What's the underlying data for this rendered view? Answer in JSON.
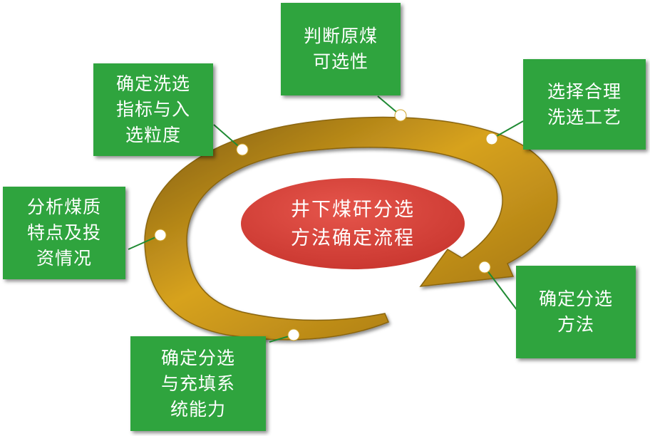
{
  "center": {
    "line1": "井下煤矸分选",
    "line2": "方法确定流程",
    "color": "#d9443c"
  },
  "ring_color": "#c99a1f",
  "box_color": "#2fa43e",
  "steps": [
    {
      "id": "judge",
      "lines": [
        "判断原煤",
        "可选性"
      ]
    },
    {
      "id": "process",
      "lines": [
        "选择合理",
        "洗选工艺"
      ]
    },
    {
      "id": "method",
      "lines": [
        "确定分选",
        "方法"
      ]
    },
    {
      "id": "filling",
      "lines": [
        "确定分选",
        "与充填系",
        "统能力"
      ]
    },
    {
      "id": "analysis",
      "lines": [
        "分析煤质",
        "特点及投",
        "资情况"
      ]
    },
    {
      "id": "index",
      "lines": [
        "确定洗选",
        "指标与入",
        "选粒度"
      ]
    }
  ]
}
